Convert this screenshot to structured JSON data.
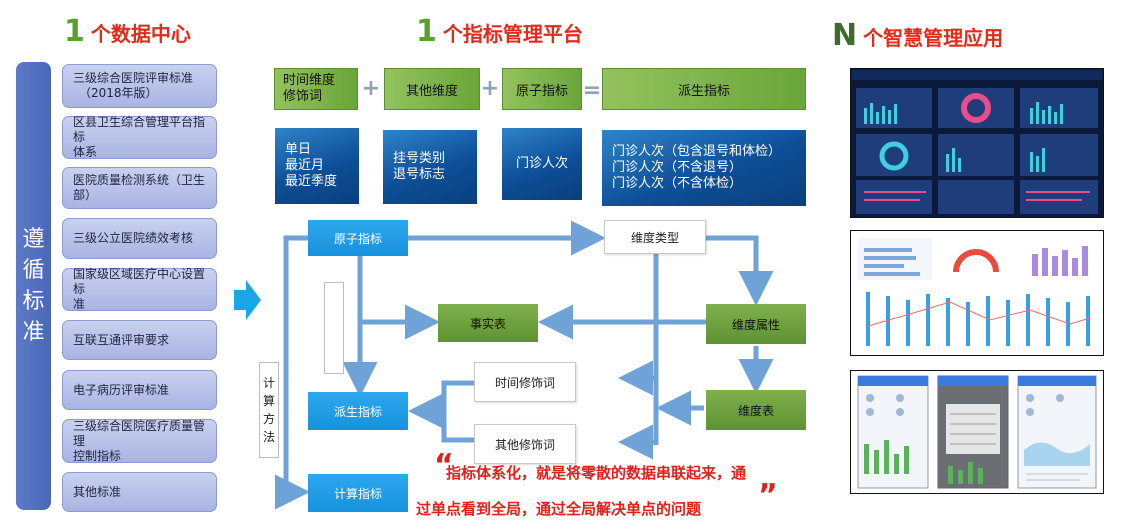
{
  "headings": {
    "data_center": {
      "num": "1",
      "text": "个数据中心"
    },
    "indicator_platform": {
      "num": "1",
      "text": "个指标管理平台"
    },
    "smart_apps": {
      "num": "N",
      "text": "个智慧管理应用"
    }
  },
  "left": {
    "vertical_label": [
      "遵",
      "循",
      "标",
      "准"
    ],
    "standards": [
      [
        "三级综合医院评审标准",
        "（2018年版）"
      ],
      [
        "区县卫生综合管理平台指标",
        "体系"
      ],
      [
        "医院质量检测系统（卫生部）"
      ],
      [
        "三级公立医院绩效考核"
      ],
      [
        "国家级区域医疗中心设置标",
        "准"
      ],
      [
        "互联互通评审要求"
      ],
      [
        "电子病历评审标准"
      ],
      [
        "三级综合医院医疗质量管理",
        "控制指标"
      ],
      [
        "其他标准"
      ]
    ]
  },
  "formula": {
    "time_dimension": [
      "时间维度",
      "修饰词"
    ],
    "other_dimension": "其他维度",
    "atomic": "原子指标",
    "derived": "派生指标",
    "plus": "+",
    "equals": "=",
    "examples": {
      "time": [
        "单日",
        "最近月",
        "最近季度"
      ],
      "other": [
        "挂号类别",
        "退号标志"
      ],
      "atomic": [
        "门诊人次"
      ],
      "derived": [
        "门诊人次（包含退号和体检）",
        "门诊人次（不含退号）",
        "门诊人次（不含体检）"
      ]
    }
  },
  "flow": {
    "atomic": "原子指标",
    "dimension_type": "维度类型",
    "fact_table": "事实表",
    "dimension_attr": "维度属性",
    "time_modifier": "时间修饰词",
    "derived": "派生指标",
    "dimension_table": "维度表",
    "other_modifier": "其他修饰词",
    "calc_method": [
      "计",
      "算方",
      "法"
    ],
    "calc_indicator": "计算指标"
  },
  "quote": {
    "line1": "指标体系化，就是将零散的数据串联起来，通",
    "line2": "过单点看到全局，通过全局解决单点的问题",
    "open_mark": "“",
    "close_mark": "”"
  },
  "colors": {
    "heading_red": "#e32b1b",
    "green_box": "#6aa63a",
    "blue_box": "#0d4f98",
    "flow_blue": "#1693dd",
    "arrow_blue": "#6fa3d8",
    "std_box": "#b3bde7"
  }
}
